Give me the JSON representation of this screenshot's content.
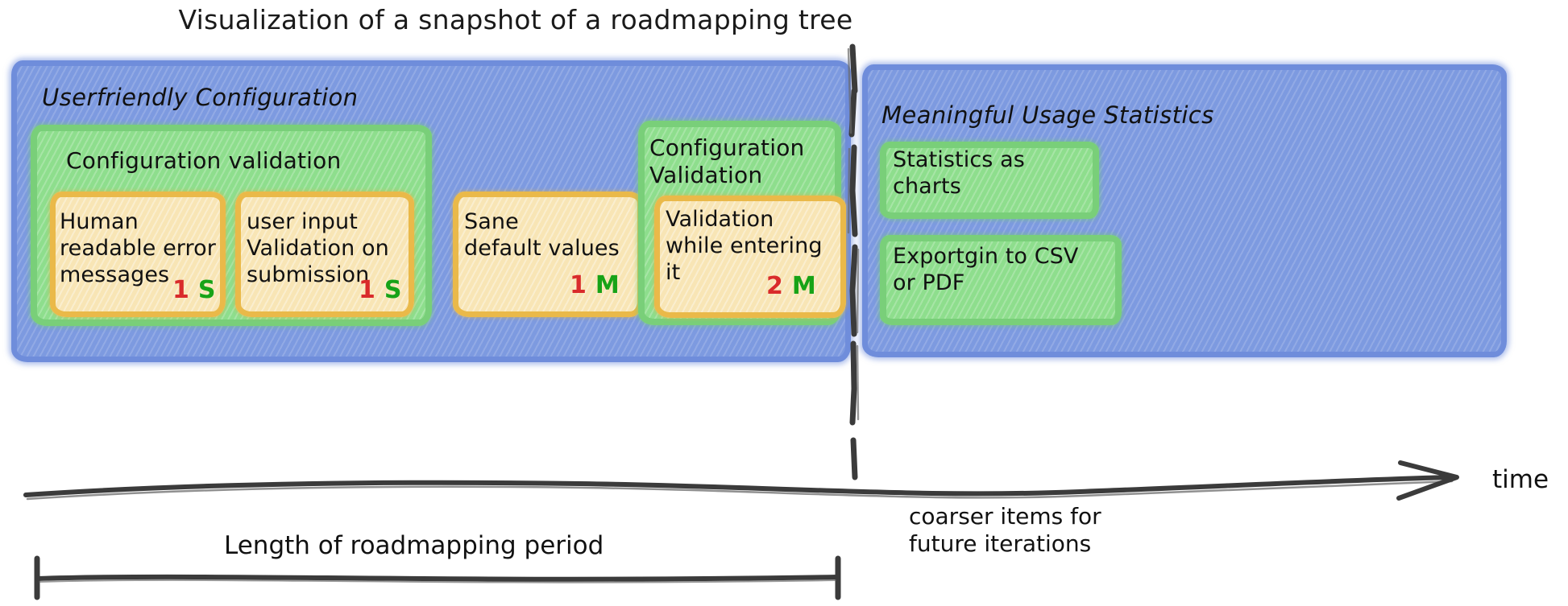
{
  "title": "Visualization of a snapshot of a roadmapping tree",
  "colors": {
    "blue": "#7d9ae0",
    "blue_border": "#6f8ddb",
    "green": "#8ede8d",
    "green_border": "#79cf79",
    "yellow": "#f8e5b5",
    "yellow_border": "#eab949",
    "badge_number": "#d92b2b",
    "badge_size": "#17a317",
    "ink": "#333333"
  },
  "panels": {
    "left": {
      "title": "Userfriendly Configuration"
    },
    "right": {
      "title": "Meaningful Usage Statistics"
    }
  },
  "groups": {
    "config_validation_1": {
      "title": "Configuration validation"
    },
    "config_validation_2": {
      "title": "Configuration\nValidation"
    }
  },
  "cards": [
    {
      "text": "Human\nreadable error\nmessages",
      "number": "1",
      "size": "S"
    },
    {
      "text": "user input\nValidation on\nsubmission",
      "number": "1",
      "size": "S"
    },
    {
      "text": "Sane\ndefault values",
      "number": "1",
      "size": "M"
    },
    {
      "text": "Validation\nwhile entering\nit",
      "number": "2",
      "size": "M"
    }
  ],
  "right_cards": [
    {
      "text": "Statistics as\ncharts"
    },
    {
      "text": "Exportgin to CSV\nor PDF"
    }
  ],
  "axis": {
    "time_label": "time",
    "future_note": "coarser items for\nfuture iterations",
    "period_label": "Length of roadmapping period"
  }
}
